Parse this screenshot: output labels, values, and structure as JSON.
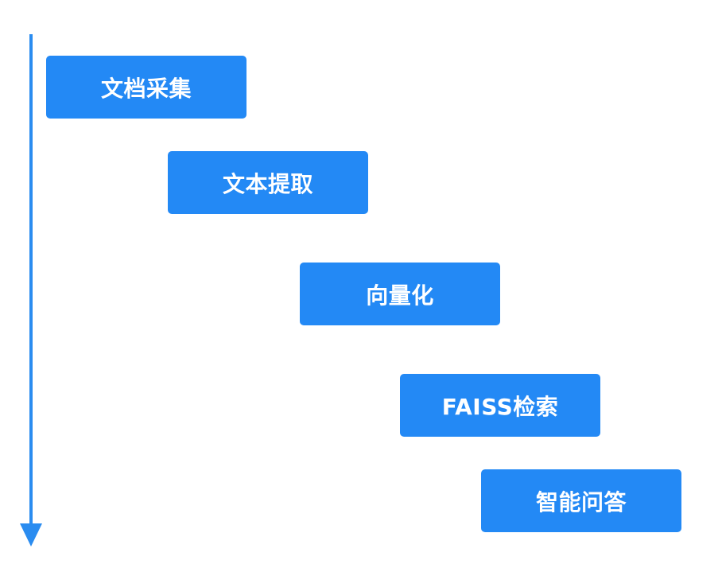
{
  "steps": [
    {
      "label": "文档采集"
    },
    {
      "label": "文本提取"
    },
    {
      "label": "向量化"
    },
    {
      "label": "FAISS检索"
    },
    {
      "label": "智能问答"
    }
  ],
  "colors": {
    "step_fill": "#2389f5",
    "arrow": "#2a8cf0",
    "text": "#ffffff"
  }
}
